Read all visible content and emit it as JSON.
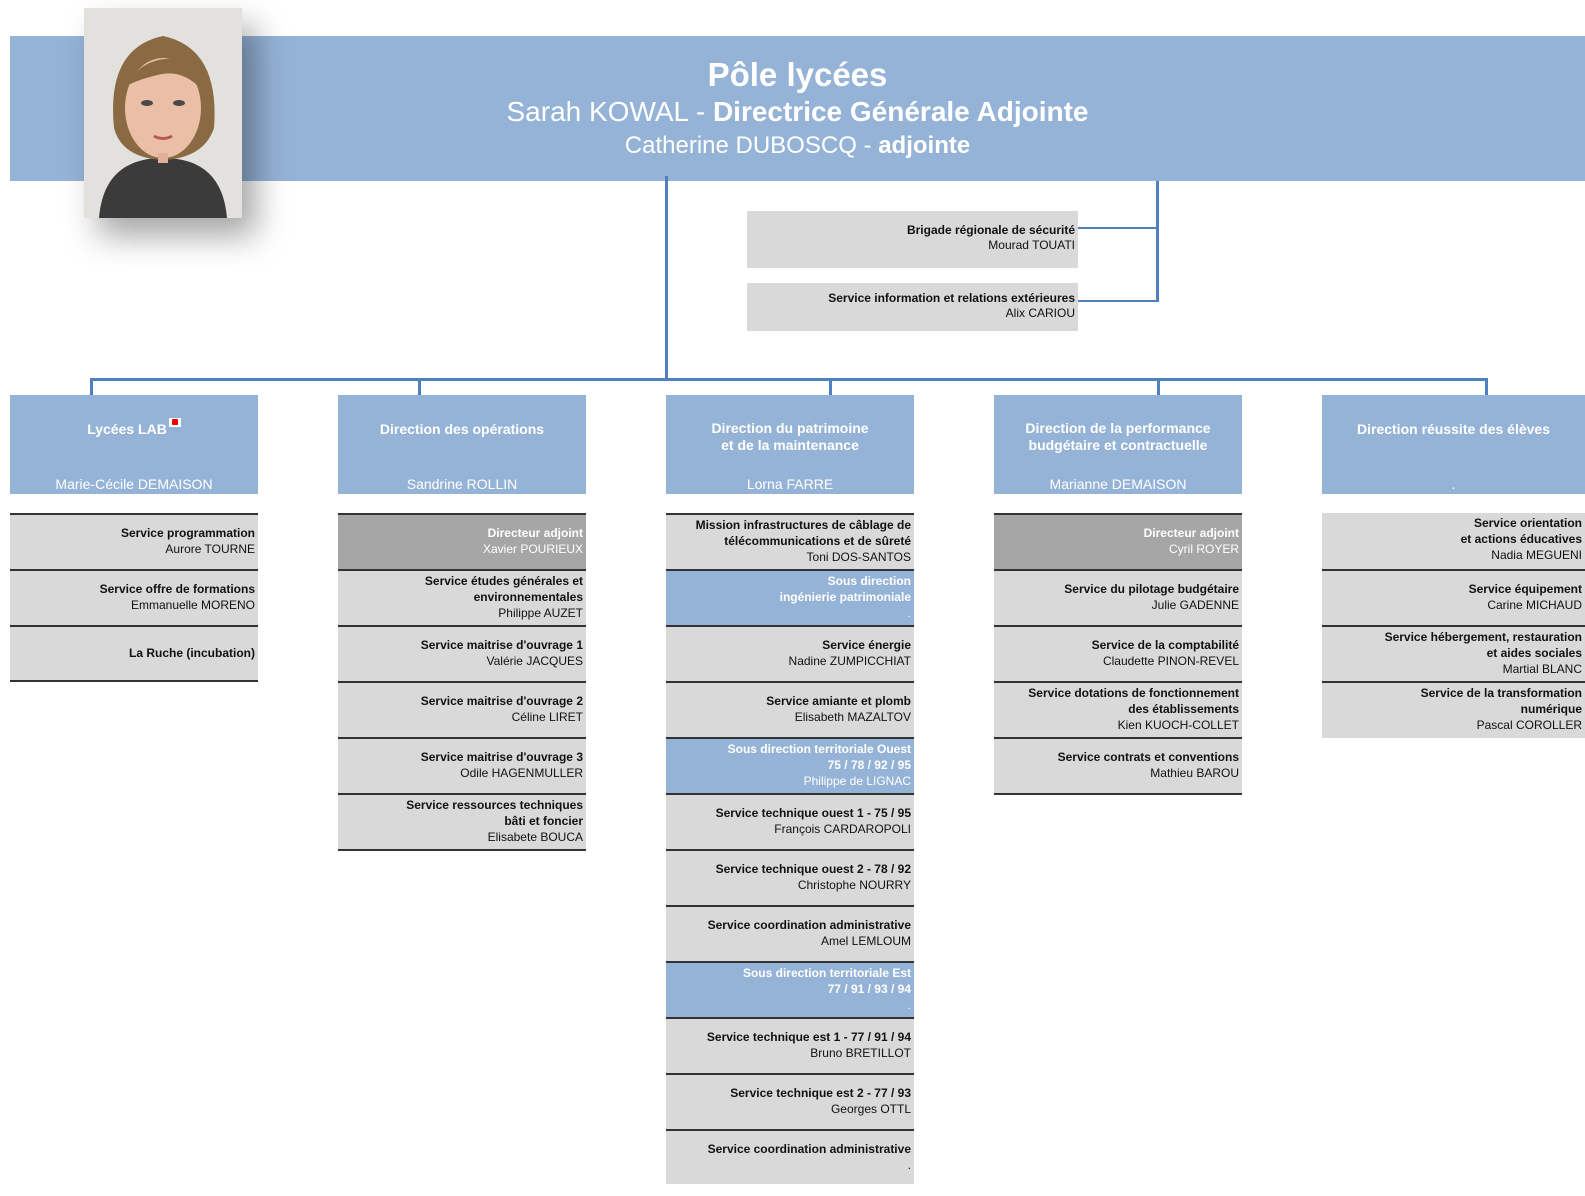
{
  "header": {
    "title": "Pôle lycées",
    "director_name": "Sarah KOWAL - ",
    "director_role": "Directrice Générale Adjointe",
    "deputy_name": "Catherine DUBOSCQ - ",
    "deputy_role": "adjointe"
  },
  "side_units": [
    {
      "title": "Brigade régionale de sécurité",
      "person": "Mourad TOUATI"
    },
    {
      "title": "Service information et relations extérieures",
      "person": "Alix CARIOU"
    }
  ],
  "columns": [
    {
      "title": "Lycées LAB",
      "head": "Marie-Cécile DEMAISON",
      "items": [
        {
          "title": "Service programmation",
          "person": "Aurore TOURNE",
          "kind": "service"
        },
        {
          "title": "Service offre de formations",
          "person": "Emmanuelle MORENO",
          "kind": "service"
        },
        {
          "title": "La Ruche (incubation)",
          "person": "",
          "kind": "service"
        }
      ]
    },
    {
      "title": "Direction des opérations",
      "head": "Sandrine ROLLIN",
      "items": [
        {
          "title": "Directeur adjoint",
          "person": "Xavier POURIEUX",
          "kind": "deputy"
        },
        {
          "title": "Service études générales et\nenvironnementales",
          "person": "Philippe AUZET",
          "kind": "service"
        },
        {
          "title": "Service maitrise d'ouvrage 1",
          "person": "Valérie JACQUES",
          "kind": "service"
        },
        {
          "title": "Service maitrise d'ouvrage 2",
          "person": "Céline LIRET",
          "kind": "service"
        },
        {
          "title": "Service maitrise d'ouvrage 3",
          "person": "Odile HAGENMULLER",
          "kind": "service"
        },
        {
          "title": "Service ressources techniques\nbâti et foncier",
          "person": "Elisabete BOUCA",
          "kind": "service"
        }
      ]
    },
    {
      "title": "Direction du patrimoine\net de la maintenance",
      "head": "Lorna FARRE",
      "items": [
        {
          "title": "Mission infrastructures de câblage de\ntélécommunications et de sûreté",
          "person": "Toni DOS-SANTOS",
          "kind": "service"
        },
        {
          "title": "Sous direction\ningénierie patrimoniale",
          "person": ".",
          "kind": "subdirection"
        },
        {
          "title": "Service énergie",
          "person": "Nadine ZUMPICCHIAT",
          "kind": "service"
        },
        {
          "title": "Service amiante et plomb",
          "person": "Elisabeth MAZALTOV",
          "kind": "service"
        },
        {
          "title": "Sous direction territoriale Ouest\n75 / 78 / 92 / 95",
          "person": "Philippe de LIGNAC",
          "kind": "subdirection"
        },
        {
          "title": "Service technique ouest 1  - 75 / 95",
          "person": "François CARDAROPOLI",
          "kind": "service"
        },
        {
          "title": "Service technique ouest 2 - 78 / 92",
          "person": "Christophe NOURRY",
          "kind": "service"
        },
        {
          "title": "Service coordination administrative",
          "person": "Amel LEMLOUM",
          "kind": "service"
        },
        {
          "title": "Sous direction territoriale Est\n77 / 91 / 93 / 94",
          "person": ".",
          "kind": "subdirection"
        },
        {
          "title": "Service technique est 1 - 77 / 91 / 94",
          "person": "Bruno BRETILLOT",
          "kind": "service"
        },
        {
          "title": "Service technique est 2 - 77 / 93",
          "person": "Georges OTTL",
          "kind": "service"
        },
        {
          "title": "Service coordination administrative",
          "person": ".",
          "kind": "service"
        }
      ]
    },
    {
      "title": "Direction de la performance\nbudgétaire et contractuelle",
      "head": "Marianne DEMAISON",
      "items": [
        {
          "title": "Directeur adjoint",
          "person": "Cyril ROYER",
          "kind": "deputy"
        },
        {
          "title": "Service du pilotage budgétaire",
          "person": "Julie GADENNE",
          "kind": "service"
        },
        {
          "title": "Service de la comptabilité",
          "person": "Claudette PINON-REVEL",
          "kind": "service"
        },
        {
          "title": "Service dotations de fonctionnement\ndes établissements",
          "person": "Kien KUOCH-COLLET",
          "kind": "service"
        },
        {
          "title": "Service contrats et conventions",
          "person": "Mathieu BAROU",
          "kind": "service"
        }
      ]
    },
    {
      "title": "Direction réussite des élèves",
      "head": ".",
      "items": [
        {
          "title": "Service orientation\net actions éducatives",
          "person": "Nadia MEGUENI",
          "kind": "service"
        },
        {
          "title": "Service équipement",
          "person": "Carine MICHAUD",
          "kind": "service"
        },
        {
          "title": "Service hébergement, restauration\net aides sociales",
          "person": "Martial BLANC",
          "kind": "service"
        },
        {
          "title": "Service de la transformation\nnumérique",
          "person": "Pascal COROLLER",
          "kind": "service"
        }
      ]
    }
  ]
}
